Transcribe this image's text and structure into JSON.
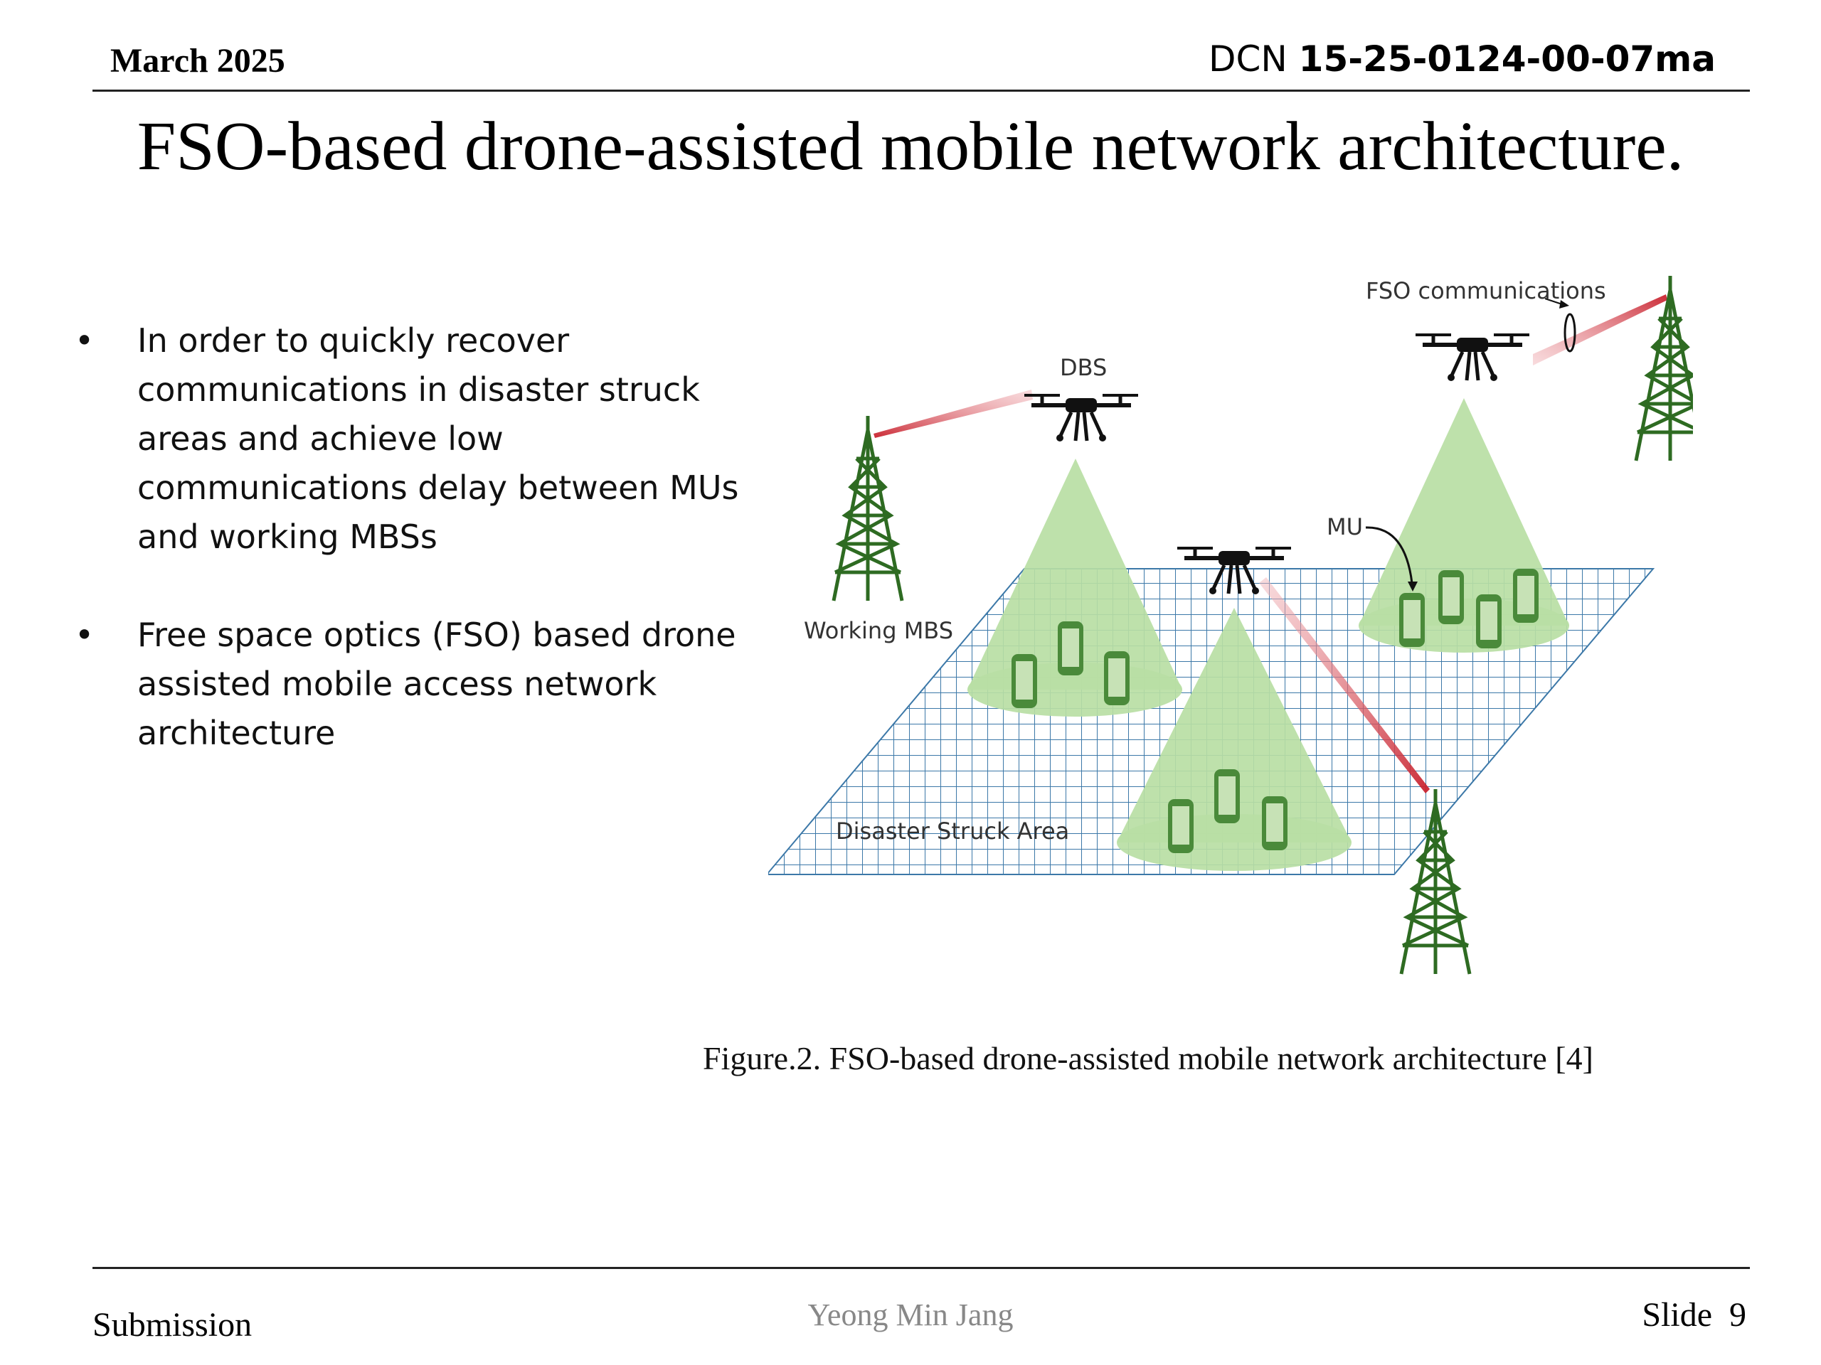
{
  "header": {
    "date": "March 2025",
    "dcn_label": "DCN",
    "dcn_number": "15-25-0124-00-07ma"
  },
  "title": "FSO-based drone-assisted mobile network architecture.",
  "bullets": [
    "In order to quickly recover communications in disaster struck areas and achieve low communications delay between MUs and working MBSs",
    "Free space optics (FSO) based drone assisted mobile access network architecture"
  ],
  "figure": {
    "labels": {
      "dbs": "DBS",
      "fso": "FSO communications",
      "mu": "MU",
      "working_mbs": "Working MBS",
      "area": "Disaster Struck Area"
    },
    "colors": {
      "grid": "#3c78a8",
      "cone": "#b9dea4",
      "phone": "#4a8a3a",
      "tower": "#2e6b22",
      "beam": "#c8202c",
      "drone": "#111111"
    }
  },
  "caption": "Figure.2. FSO-based drone-assisted mobile network architecture [4]",
  "footer": {
    "submission": "Submission",
    "author": "Yeong Min Jang",
    "slide_label": "Slide",
    "slide_number": "9"
  }
}
